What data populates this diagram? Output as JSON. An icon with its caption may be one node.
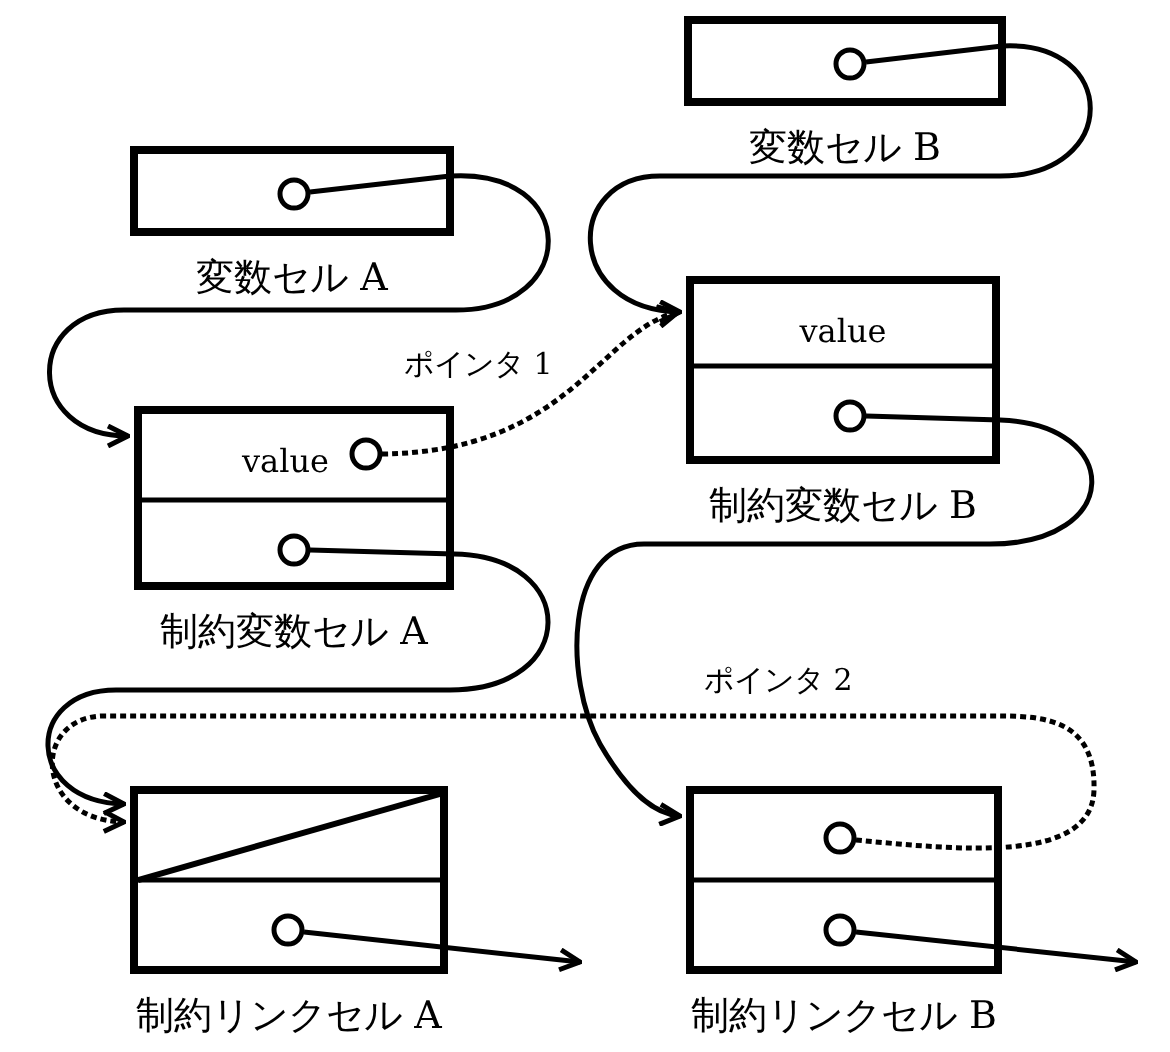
{
  "diagram": {
    "nodes": [
      {
        "text": [],
        "shape": "box",
        "beside": [
          "変数セル A"
        ]
      },
      {
        "text": [],
        "shape": "box",
        "beside": [
          "変数セル B"
        ]
      },
      {
        "text": [
          "value"
        ],
        "beside": [
          "制約変数セル A"
        ]
      },
      {
        "text": [
          "value"
        ],
        "beside": [
          "制約変数セル B"
        ]
      },
      {
        "text": [],
        "shape": "box",
        "beside": [
          "制約リンクセル A"
        ]
      },
      {
        "text": [],
        "shape": "box",
        "beside": [
          "制約リンクセル B"
        ]
      }
    ],
    "edges": [
      {
        "from": 0,
        "to": 2,
        "arrow": "to"
      },
      {
        "from": 2,
        "to": 3,
        "arrow": "to",
        "style": "dashed",
        "label": "ポインタ 1"
      },
      {
        "from": 1,
        "to": 3,
        "arrow": "to"
      },
      {
        "from": 2,
        "to": 4,
        "arrow": "to"
      },
      {
        "from": 3,
        "to": 5,
        "arrow": "to"
      },
      {
        "from": 5,
        "to": 4,
        "arrow": "to",
        "style": "dashed",
        "label": "ポインタ 2"
      },
      {
        "from": 4,
        "to": null,
        "arrow": "to"
      },
      {
        "from": 5,
        "to": null,
        "arrow": "to"
      }
    ]
  }
}
